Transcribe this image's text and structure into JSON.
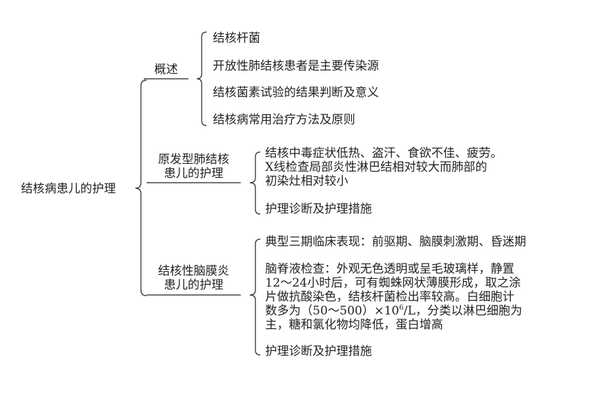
{
  "root": {
    "label": "结核病患儿的护理"
  },
  "branches": [
    {
      "label_lines": [
        "概述"
      ],
      "items": [
        {
          "lines": [
            "结核杆菌"
          ]
        },
        {
          "lines": [
            "开放性肺结核患者是主要传染源"
          ]
        },
        {
          "lines": [
            "结核菌素试验的结果判断及意义"
          ]
        },
        {
          "lines": [
            "结核病常用治疗方法及原则"
          ]
        }
      ]
    },
    {
      "label_lines": [
        "原发型肺结核",
        "患儿的护理"
      ],
      "items": [
        {
          "lines": [
            "结核中毒症状低热、盗汗、食欲不佳、疲劳。",
            "X线检查局部炎性淋巴结相对较大而肺部的",
            "初染灶相对较小"
          ]
        },
        {
          "lines": [
            "护理诊断及护理措施"
          ]
        }
      ]
    },
    {
      "label_lines": [
        "结核性脑膜炎",
        "患儿的护理"
      ],
      "items": [
        {
          "lines": [
            "典型三期临床表现：前驱期、脑膜刺激期、昏迷期"
          ]
        },
        {
          "lines": [
            "脑脊液检查：外观无色透明或呈毛玻璃样，静置",
            "12～24小时后，可有蜘蛛网状薄膜形成，取之涂",
            "片做抗酸染色，结核杆菌检出率较高。白细胞计"
          ],
          "line4": {
            "before": "数多为（50～500）×10",
            "sup": "6",
            "after": "/L，分类以淋巴细胞为"
          },
          "line5": "主，糖和氯化物均降低，蛋白增高"
        },
        {
          "lines": [
            "护理诊断及护理措施"
          ]
        }
      ]
    }
  ]
}
